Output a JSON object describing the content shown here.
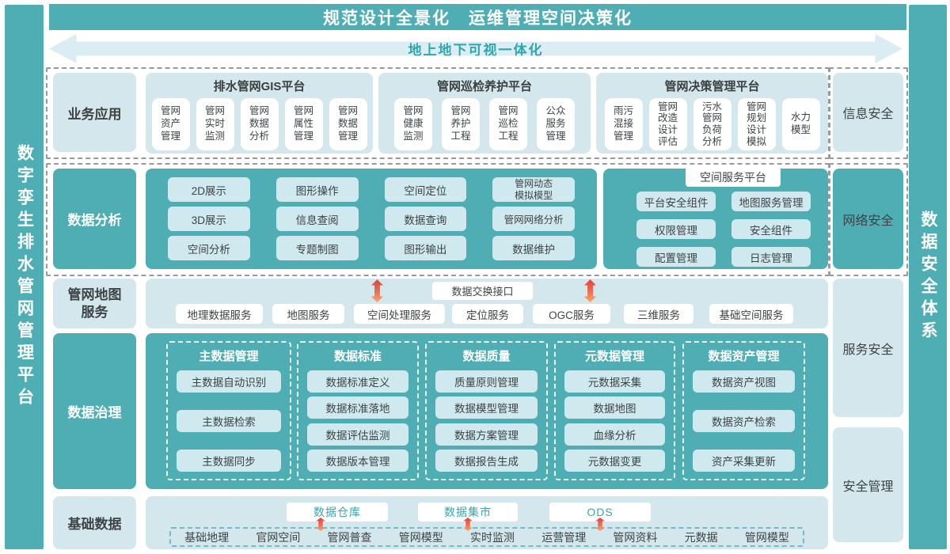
{
  "banners": {
    "top": "规范设计全景化　运维管理空间决策化",
    "arrow": "地上地下可视一体化"
  },
  "side_bars": {
    "left": "数字孪生排水管网管理平台",
    "right": "数据安全体系"
  },
  "security": {
    "items": [
      "信息安全",
      "网络安全",
      "服务安全",
      "安全管理"
    ]
  },
  "business": {
    "label": "业务应用",
    "groups": [
      {
        "title": "排水管网GIS平台",
        "items": [
          "管网\n资产\n管理",
          "管网\n实时\n监测",
          "管网\n数据\n分析",
          "管网\n属性\n管理",
          "管网\n数据\n管理"
        ]
      },
      {
        "title": "管网巡检养护平台",
        "items": [
          "管网\n健康\n监测",
          "管网\n养护\n工程",
          "管网\n巡检\n工程",
          "公众\n服务\n管理"
        ]
      },
      {
        "title": "管网决策管理平台",
        "items": [
          "雨污\n混接\n管理",
          "管网\n改造\n设计\n评估",
          "污水\n管网\n负荷\n分析",
          "管网\n规划\n设计\n模拟",
          "水力\n模型"
        ]
      }
    ]
  },
  "analysis": {
    "label": "数据分析",
    "grid": [
      "2D展示",
      "图形操作",
      "空间定位",
      "管网动态\n模拟模型",
      "3D展示",
      "信息查阅",
      "数据查询",
      "管网网络分析",
      "空间分析",
      "专题制图",
      "图形输出",
      "数据维护"
    ],
    "service_platform": {
      "title": "空间服务平台",
      "items": [
        "平台安全组件",
        "地图服务管理",
        "权限管理",
        "安全组件",
        "配置管理",
        "日志管理"
      ]
    }
  },
  "map_service": {
    "label": "管网地图\n服务",
    "exchange_box": "数据交换接口",
    "services": [
      "地理数据服务",
      "地图服务",
      "空间处理服务",
      "定位服务",
      "OGC服务",
      "三维服务",
      "基础空间服务"
    ]
  },
  "governance": {
    "label": "数据治理",
    "sections": [
      {
        "title": "主数据管理",
        "items": [
          "主数据自动识别",
          "主数据检索",
          "主数据同步"
        ]
      },
      {
        "title": "数据标准",
        "items": [
          "数据标准定义",
          "数据标准落地",
          "数据评估监测",
          "数据版本管理"
        ]
      },
      {
        "title": "数据质量",
        "items": [
          "质量原则管理",
          "数据模型管理",
          "数据方案管理",
          "数据报告生成"
        ]
      },
      {
        "title": "元数据管理",
        "items": [
          "元数据采集",
          "数据地图",
          "血缘分析",
          "元数据变更"
        ]
      },
      {
        "title": "数据资产管理",
        "items": [
          "数据资产视图",
          "数据资产检索",
          "资产采集更新"
        ]
      }
    ]
  },
  "base_data": {
    "label": "基础数据",
    "stores": [
      "数据仓库",
      "数据集市",
      "ODS"
    ],
    "sources": [
      "基础地理",
      "官网空间",
      "管网普查",
      "管网模型",
      "实时监测",
      "运营管理",
      "管网资料",
      "元数据",
      "管网模型"
    ]
  },
  "colors": {
    "teal": "#4FAEB4",
    "light_teal": "#D3E7EC",
    "item_teal": "#D0E9EF",
    "arrow_banner": "#DAEDF2",
    "teal_text": "#2FA6AD",
    "dark_text": "#3E4345",
    "arrow_red": "#E2413E",
    "arrow_orange": "#F8A869"
  }
}
